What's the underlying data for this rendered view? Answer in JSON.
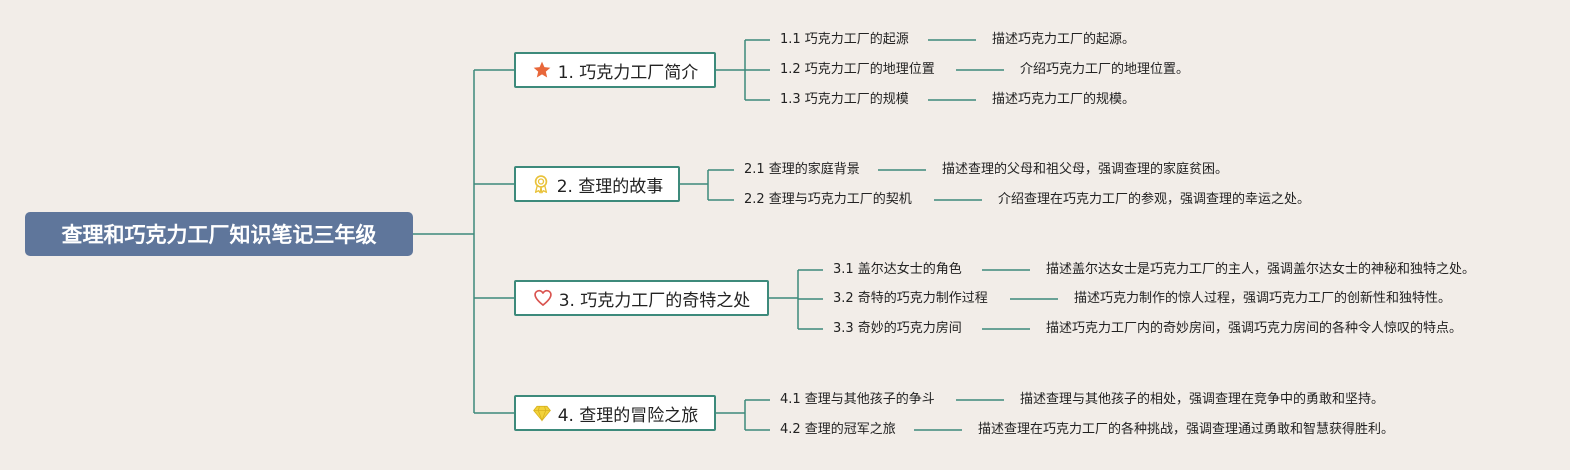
{
  "colors": {
    "background": "#f2ede8",
    "root_fill": "#5f769b",
    "connector": "#3d8a7b",
    "star": "#e8673a",
    "medal": "#e9c23a",
    "heart": "#d9534f",
    "diamond": "#f2d23a"
  },
  "root": {
    "title": "查理和巧克力工厂知识笔记三年级"
  },
  "branches": [
    {
      "label": "1. 巧克力工厂简介",
      "icon": "star-icon",
      "items": [
        {
          "label": "1.1 巧克力工厂的起源",
          "desc": "描述巧克力工厂的起源。"
        },
        {
          "label": "1.2 巧克力工厂的地理位置",
          "desc": "介绍巧克力工厂的地理位置。"
        },
        {
          "label": "1.3 巧克力工厂的规模",
          "desc": "描述巧克力工厂的规模。"
        }
      ]
    },
    {
      "label": "2. 查理的故事",
      "icon": "medal-icon",
      "items": [
        {
          "label": "2.1 查理的家庭背景",
          "desc": "描述查理的父母和祖父母，强调查理的家庭贫困。"
        },
        {
          "label": "2.2 查理与巧克力工厂的契机",
          "desc": "介绍查理在巧克力工厂的参观，强调查理的幸运之处。"
        }
      ]
    },
    {
      "label": "3. 巧克力工厂的奇特之处",
      "icon": "heart-icon",
      "items": [
        {
          "label": "3.1 盖尔达女士的角色",
          "desc": "描述盖尔达女士是巧克力工厂的主人，强调盖尔达女士的神秘和独特之处。"
        },
        {
          "label": "3.2 奇特的巧克力制作过程",
          "desc": "描述巧克力制作的惊人过程，强调巧克力工厂的创新性和独特性。"
        },
        {
          "label": "3.3 奇妙的巧克力房间",
          "desc": "描述巧克力工厂内的奇妙房间，强调巧克力房间的各种令人惊叹的特点。"
        }
      ]
    },
    {
      "label": "4. 查理的冒险之旅",
      "icon": "diamond-icon",
      "items": [
        {
          "label": "4.1 查理与其他孩子的争斗",
          "desc": "描述查理与其他孩子的相处，强调查理在竞争中的勇敢和坚持。"
        },
        {
          "label": "4.2 查理的冠军之旅",
          "desc": "描述查理在巧克力工厂的各种挑战，强调查理通过勇敢和智慧获得胜利。"
        }
      ]
    }
  ]
}
